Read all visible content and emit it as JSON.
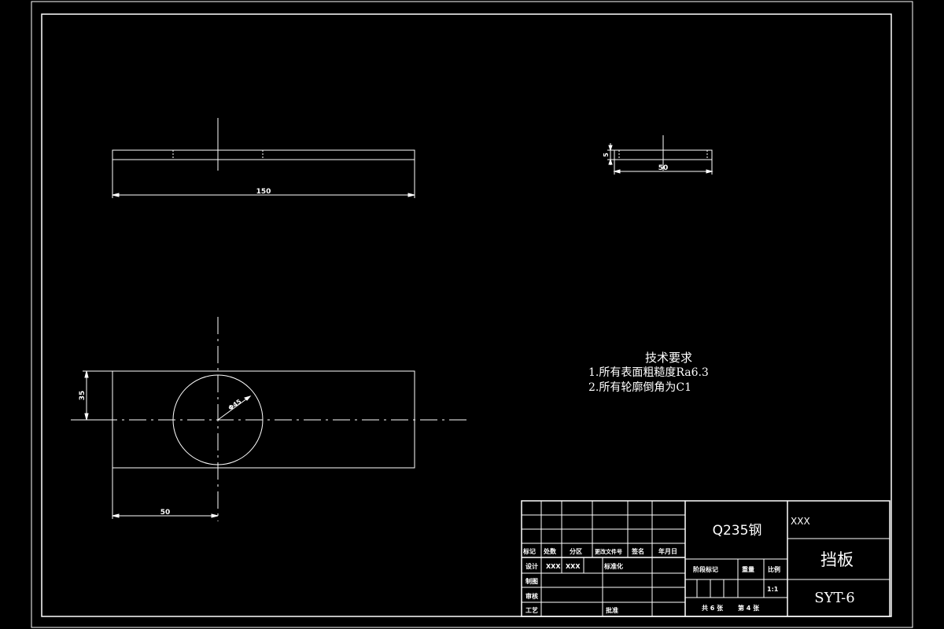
{
  "drawing": {
    "dimensions": {
      "top_length": "150",
      "side_length": "50",
      "side_thickness": "5",
      "front_height": "35",
      "front_offset": "50",
      "hole_diameter": "Φ45"
    },
    "tech_requirements": {
      "title": "技术要求",
      "lines": [
        "1.所有表面粗糙度Ra6.3",
        "2.所有轮廓倒角为C1"
      ]
    },
    "title_block": {
      "material": "Q235钢",
      "company": "XXX",
      "part_name": "挡板",
      "drawing_number": "SYT-6",
      "revision_labels": [
        "标记",
        "处数",
        "分区",
        "更改文件号",
        "签名",
        "年月日"
      ],
      "design_label": "设计",
      "designer": "XXX",
      "designer2": "XXX",
      "standardization_label": "标准化",
      "drafting_label": "制图",
      "review_label": "审核",
      "process_label": "工艺",
      "approve_label": "批准",
      "stage_label": "阶段标记",
      "weight_label": "重量",
      "scale_label": "比例",
      "scale": "1:1",
      "sheets_total_text": "共 6 张",
      "sheet_number_text": "第 4 张"
    }
  }
}
